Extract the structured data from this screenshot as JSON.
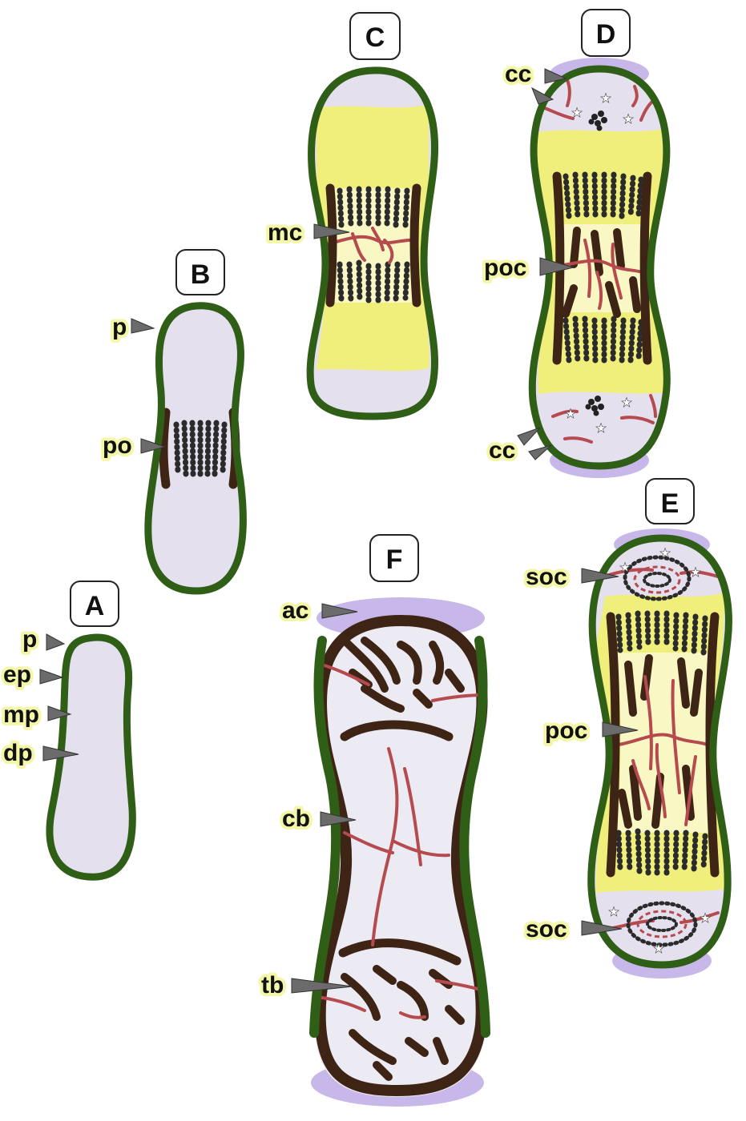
{
  "panels": {
    "A": {
      "letter": "A",
      "labels": [
        "p",
        "ep",
        "mp",
        "dp"
      ]
    },
    "B": {
      "letter": "B",
      "labels": [
        "p",
        "po"
      ]
    },
    "C": {
      "letter": "C",
      "labels": [
        "mc"
      ]
    },
    "D": {
      "letter": "D",
      "labels": [
        "cc",
        "poc",
        "cc"
      ]
    },
    "E": {
      "letter": "E",
      "labels": [
        "soc",
        "poc",
        "soc"
      ]
    },
    "F": {
      "letter": "F",
      "labels": [
        "ac",
        "cb",
        "tb"
      ]
    }
  },
  "icons": [
    "marker-arrow-icon",
    "star-icon"
  ],
  "colors": {
    "periosteum": "#2f5e17",
    "cartilage": "#e4e0ee",
    "hypertrophic": "#f1ef7c",
    "bone": "#3e2415",
    "vessel": "#b54a4f",
    "articular": "#c8b8ea"
  }
}
